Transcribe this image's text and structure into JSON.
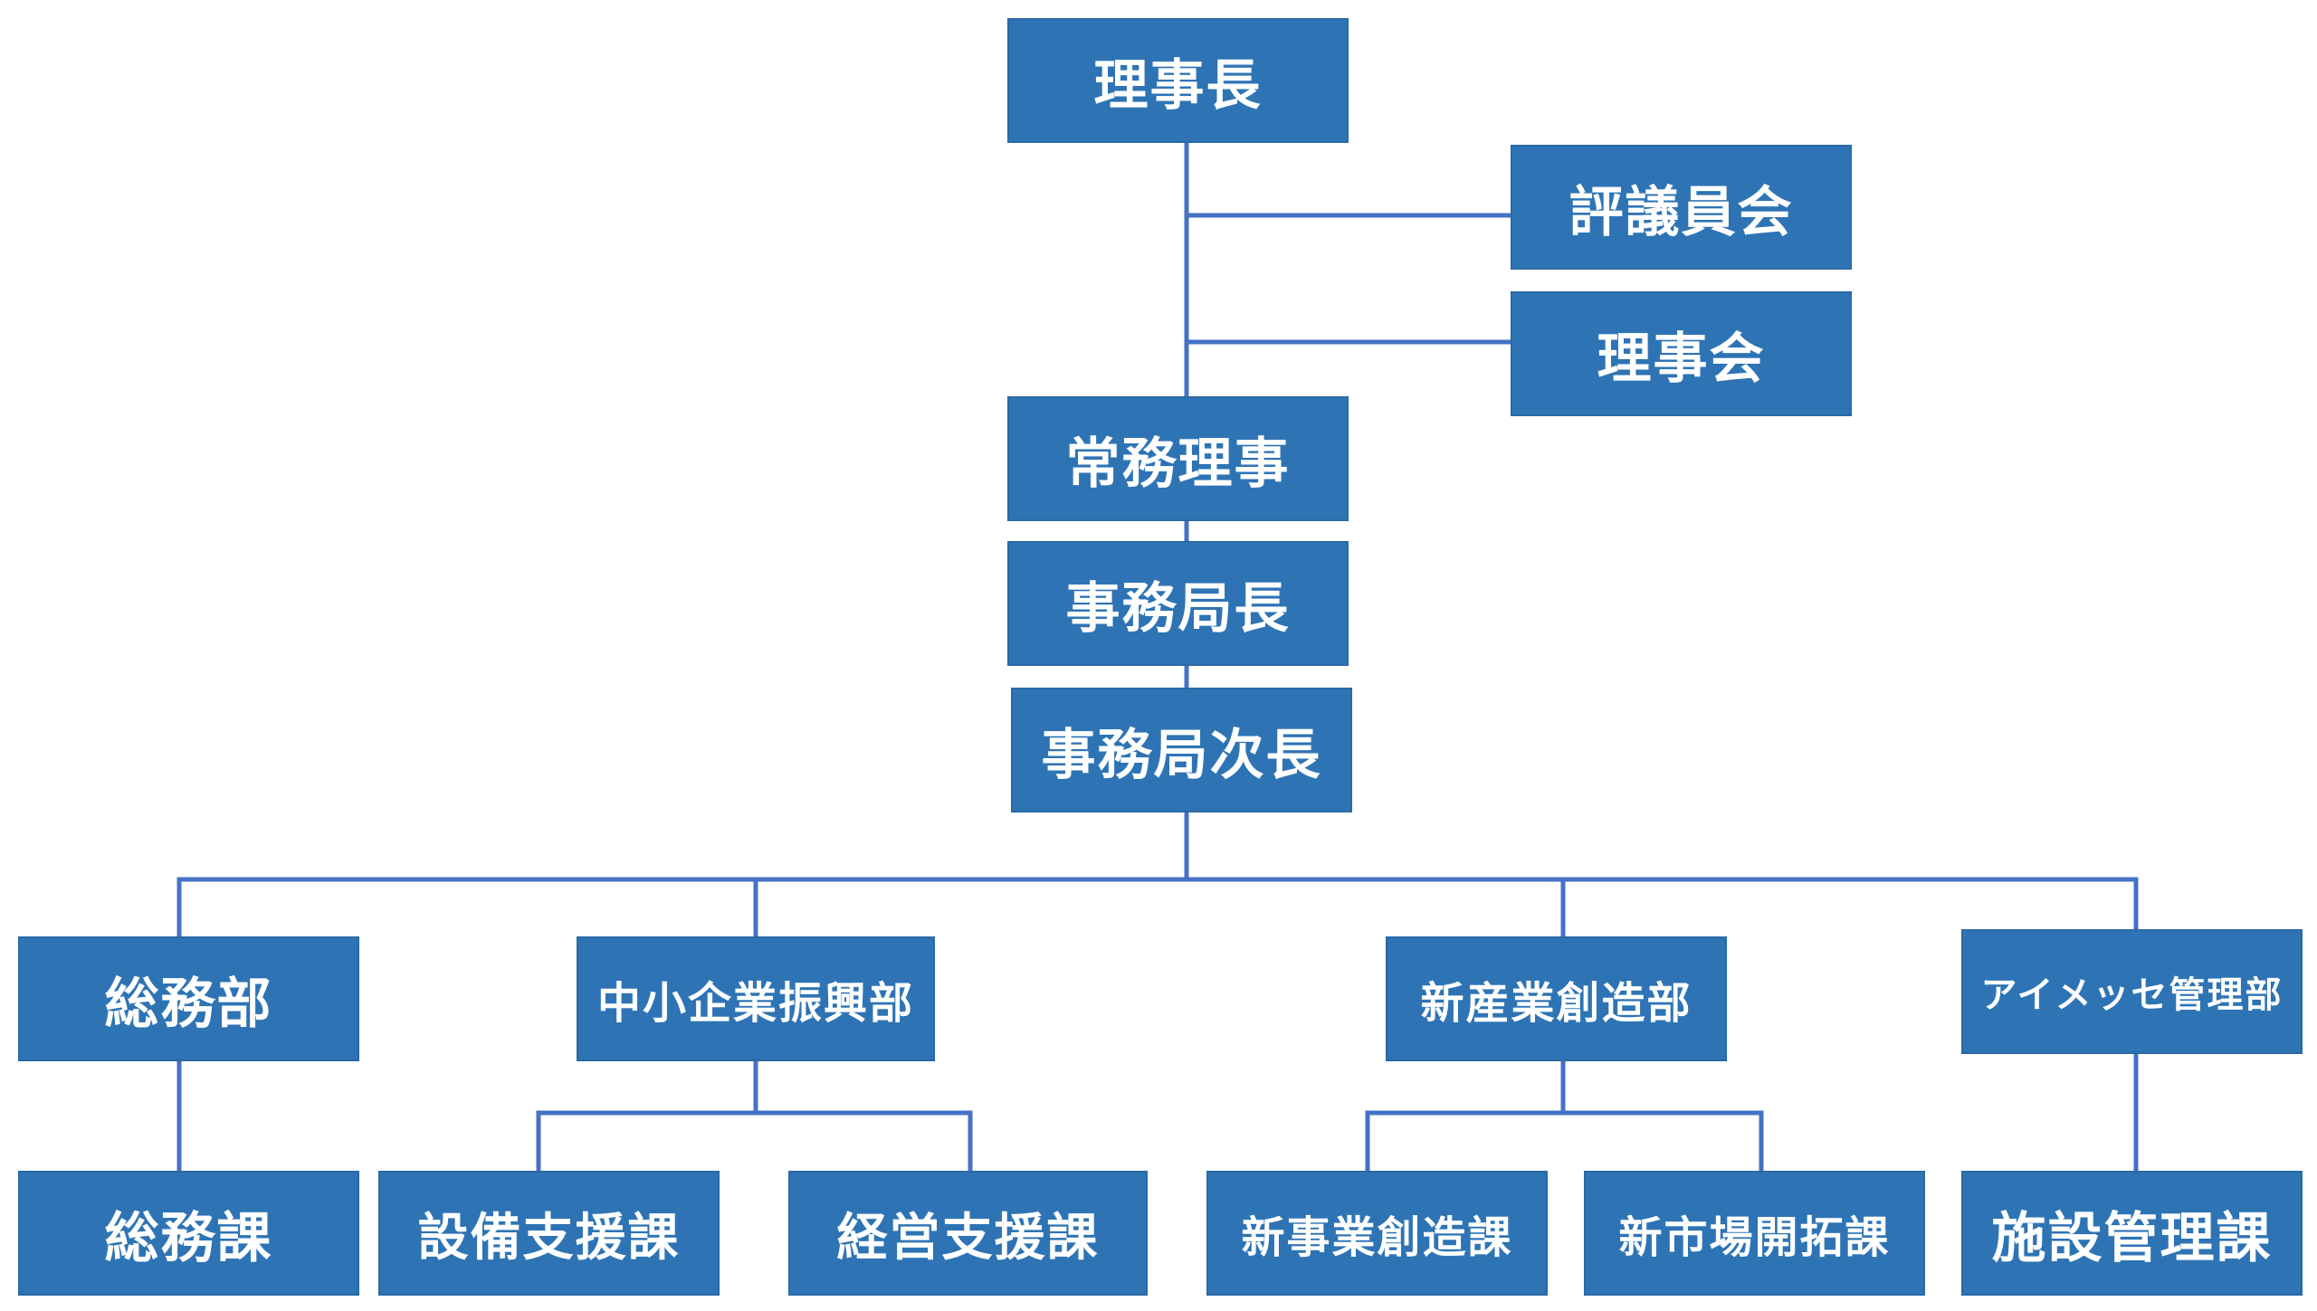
{
  "chart": {
    "nodes": {
      "chairman": "理事長",
      "councillors": "評議員会",
      "board": "理事会",
      "managing_director": "常務理事",
      "secretary_general": "事務局長",
      "deputy_secretary_general": "事務局次長",
      "general_affairs_dept": "総務部",
      "sme_promotion_dept": "中小企業振興部",
      "new_industry_dept": "新産業創造部",
      "aimesse_dept": "アイメッセ管理部",
      "general_affairs_sec": "総務課",
      "equipment_support_sec": "設備支援課",
      "management_support_sec": "経営支援課",
      "new_business_sec": "新事業創造課",
      "new_market_sec": "新市場開拓課",
      "facility_management_sec": "施設管理課"
    },
    "colors": {
      "box_fill": "#2e74b5",
      "box_border": "#2a69a4",
      "connector": "#4472c4",
      "text": "#ffffff"
    }
  }
}
